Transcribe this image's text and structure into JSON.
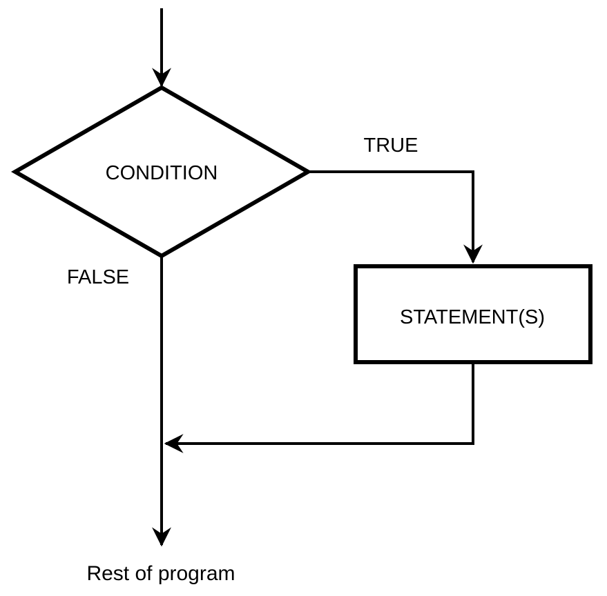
{
  "diagram": {
    "type": "flowchart",
    "nodes": {
      "condition": {
        "label": "CONDITION",
        "shape": "decision"
      },
      "statements": {
        "label": "STATEMENT(S)",
        "shape": "process"
      }
    },
    "edges": {
      "true_label": "TRUE",
      "false_label": "FALSE"
    },
    "end_label": "Rest of program",
    "stroke_color": "#000000",
    "background_color": "#ffffff"
  }
}
